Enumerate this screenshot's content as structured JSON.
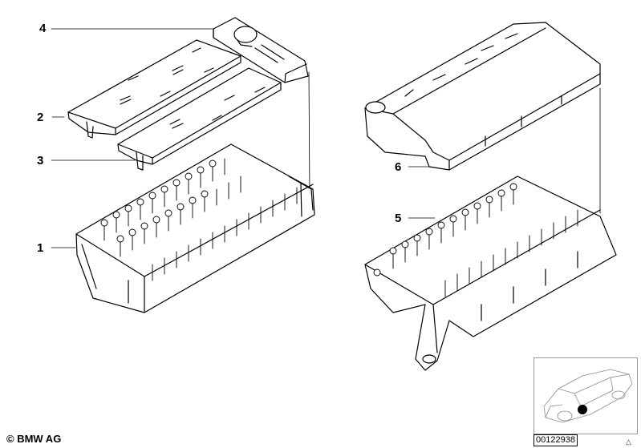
{
  "callouts": [
    {
      "id": "4",
      "label": "4"
    },
    {
      "id": "2",
      "label": "2"
    },
    {
      "id": "3",
      "label": "3"
    },
    {
      "id": "1",
      "label": "1"
    },
    {
      "id": "6",
      "label": "6"
    },
    {
      "id": "5",
      "label": "5"
    }
  ],
  "footer": {
    "copyright": "© BMW AG",
    "diagram_id": "00122938"
  },
  "icons": {
    "warning": "warning-triangle-icon"
  }
}
